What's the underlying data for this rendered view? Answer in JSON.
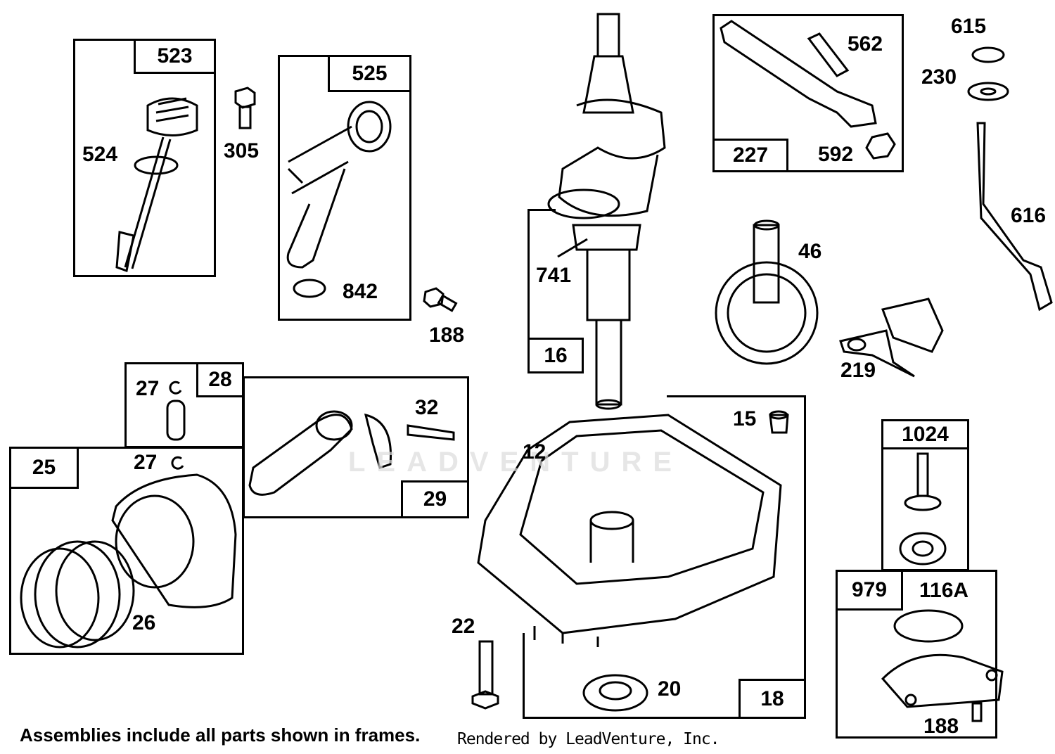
{
  "footer": {
    "note": "Assemblies include all parts shown in frames.",
    "credit": "Rendered by LeadVenture, Inc.",
    "watermark": "LEADVENTURE"
  },
  "frame_tags": {
    "f523": "523",
    "f525": "525",
    "f227": "227",
    "f16": "16",
    "f28": "28",
    "f25": "25",
    "f29": "29",
    "f18": "18",
    "f1024": "1024",
    "f979": "979"
  },
  "parts": {
    "p524": "524",
    "p305": "305",
    "p842": "842",
    "p188a": "188",
    "p741": "741",
    "p562": "562",
    "p592": "592",
    "p615": "615",
    "p230": "230",
    "p616": "616",
    "p46": "46",
    "p219": "219",
    "p27a": "27",
    "p27b": "27",
    "p32": "32",
    "p26": "26",
    "p15": "15",
    "p12": "12",
    "p22": "22",
    "p20": "20",
    "p116a": "116A",
    "p188b": "188"
  }
}
